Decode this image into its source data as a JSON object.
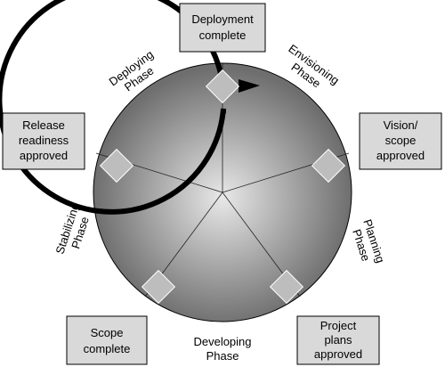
{
  "milestones": {
    "deployment_complete": [
      "Deployment",
      "complete"
    ],
    "vision_scope_approved": [
      "Vision/",
      "scope",
      "approved"
    ],
    "project_plans_approved": [
      "Project",
      "plans",
      "approved"
    ],
    "scope_complete": [
      "Scope",
      "complete"
    ],
    "release_readiness_approved": [
      "Release",
      "readiness",
      "approved"
    ]
  },
  "phases": {
    "envisioning": [
      "Envisioning",
      "Phase"
    ],
    "planning": [
      "Planning",
      "Phase"
    ],
    "developing": [
      "Developing",
      "Phase"
    ],
    "stabilizing": [
      "Stabilizing",
      "Phase"
    ],
    "deploying": [
      "Deploying",
      "Phase"
    ]
  },
  "colors": {
    "circle_center": "#e8e8e8",
    "circle_edge": "#6e6e6e",
    "box_fill": "#d9d9d9",
    "diamond_fill": "#bdbdbd",
    "arc": "#000000"
  },
  "icons": {
    "milestone_marker": "diamond-icon",
    "direction_marker": "arrowhead-icon"
  }
}
